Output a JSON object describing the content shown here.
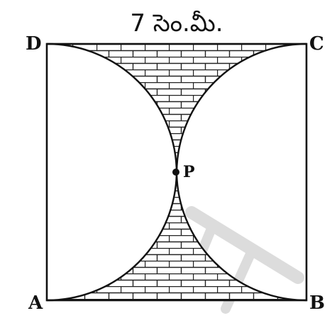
{
  "dimension_label": "7 సెం.మీ.",
  "vertices": {
    "a": "A",
    "b": "B",
    "c": "C",
    "d": "D"
  },
  "point": "P",
  "colors": {
    "stroke": "#111111",
    "watermark": "#d9d9d9"
  }
}
